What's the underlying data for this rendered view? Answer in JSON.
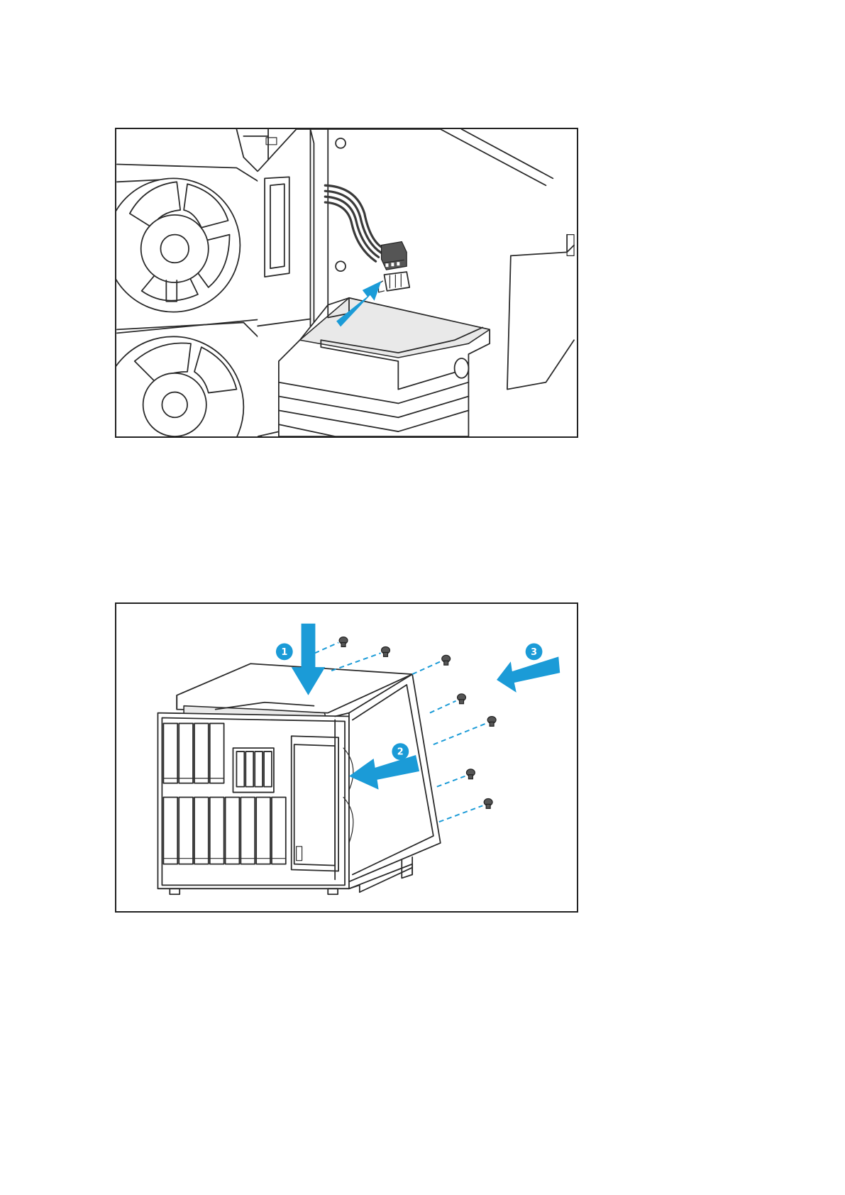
{
  "colors": {
    "accent_arrow": "#1b9bd7",
    "line_art": "#2a2a2a",
    "border": "#222222"
  },
  "figure1": {
    "icons": [
      "fan-icon",
      "connector-icon",
      "insert-arrow-icon"
    ]
  },
  "figure2": {
    "steps": [
      {
        "number": "1"
      },
      {
        "number": "2"
      },
      {
        "number": "3"
      }
    ],
    "icons": [
      "screw-icon",
      "direction-arrow-icon"
    ]
  }
}
